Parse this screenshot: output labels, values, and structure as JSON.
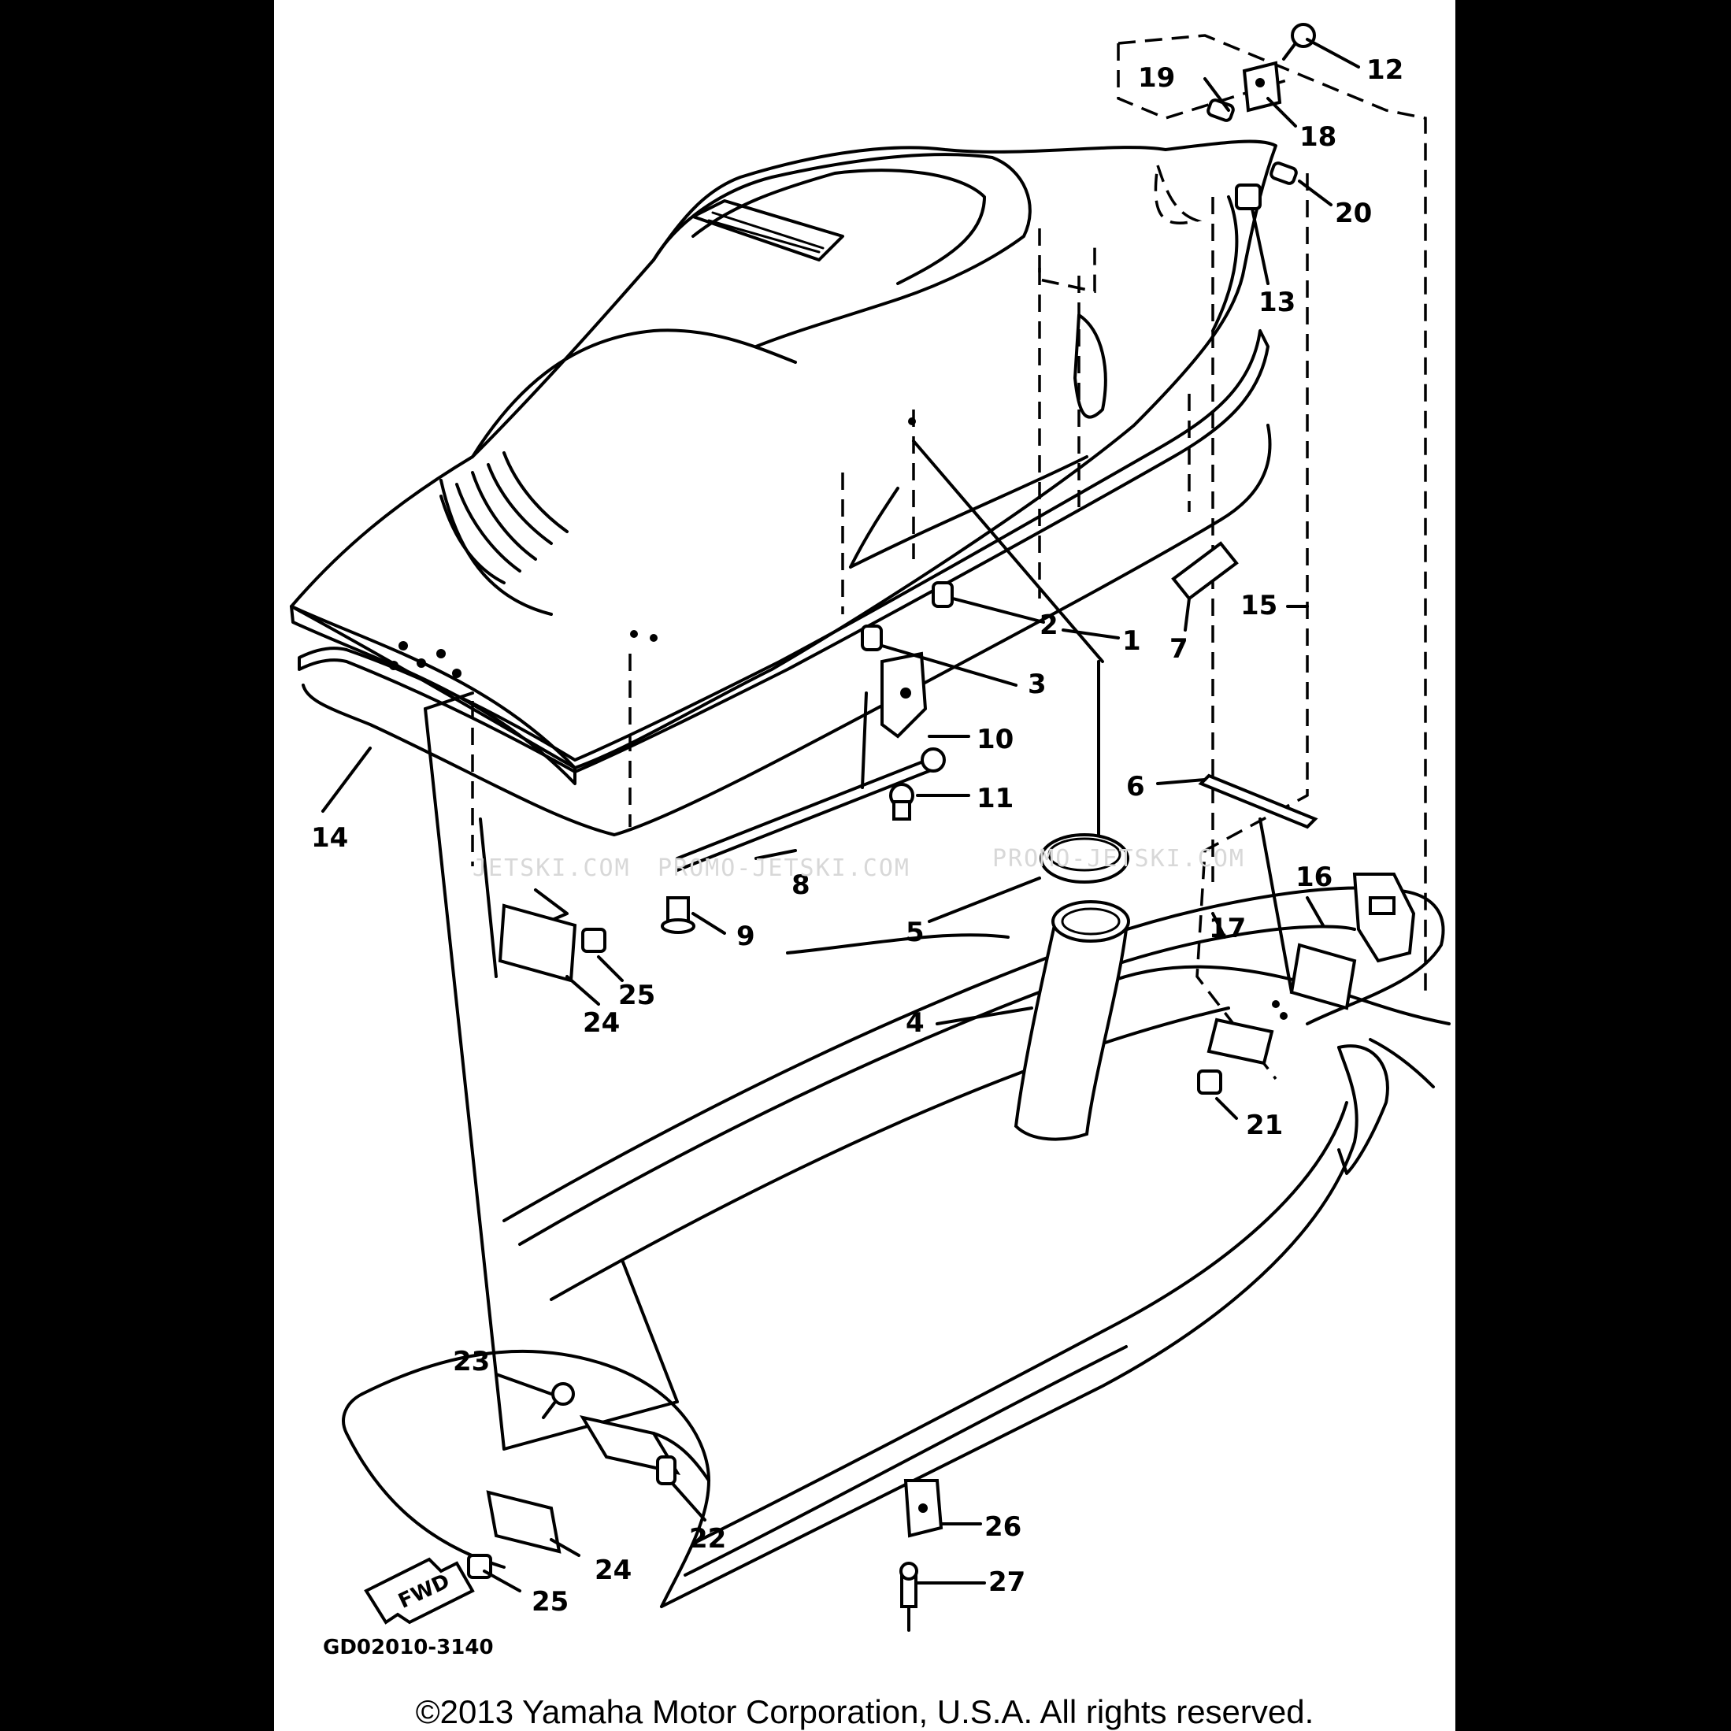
{
  "diagram": {
    "part_numbers": [
      "1",
      "2",
      "3",
      "4",
      "5",
      "6",
      "7",
      "8",
      "9",
      "10",
      "11",
      "12",
      "13",
      "14",
      "15",
      "16",
      "17",
      "18",
      "19",
      "20",
      "21",
      "22",
      "23",
      "24",
      "24",
      "25",
      "25",
      "26",
      "27"
    ],
    "figure_code": "GD02010-3140",
    "watermark_left": "JETSKI.COM",
    "watermark_mid": "PROMO-JETSKI.COM",
    "watermark_right": "PROMO-JETSKI.COM",
    "fwd_label": "FWD"
  },
  "footer": {
    "copyright": "©2013 Yamaha Motor Corporation, U.S.A. All rights reserved."
  }
}
